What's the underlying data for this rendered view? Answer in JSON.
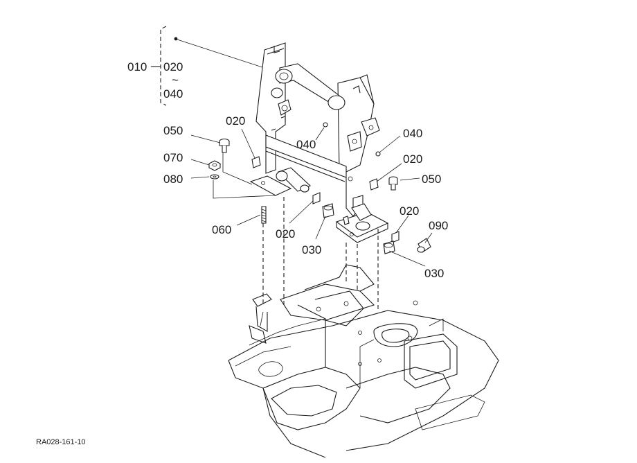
{
  "diagram": {
    "drawing_code": "RA028-161-10",
    "group_label": {
      "main": "010",
      "range_start": "020",
      "range_symbol": "~",
      "range_end": "040"
    },
    "callouts": [
      {
        "id": "c-020-a",
        "text": "020"
      },
      {
        "id": "c-050-a",
        "text": "050"
      },
      {
        "id": "c-070",
        "text": "070"
      },
      {
        "id": "c-080",
        "text": "080"
      },
      {
        "id": "c-060",
        "text": "060"
      },
      {
        "id": "c-020-b",
        "text": "020"
      },
      {
        "id": "c-030-a",
        "text": "030"
      },
      {
        "id": "c-040-a",
        "text": "040"
      },
      {
        "id": "c-040-b",
        "text": "040"
      },
      {
        "id": "c-020-c",
        "text": "020"
      },
      {
        "id": "c-050-b",
        "text": "050"
      },
      {
        "id": "c-020-d",
        "text": "020"
      },
      {
        "id": "c-090",
        "text": "090"
      },
      {
        "id": "c-030-b",
        "text": "030"
      }
    ]
  }
}
